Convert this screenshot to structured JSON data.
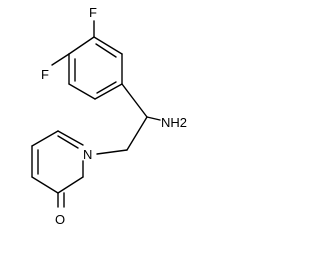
{
  "molecule": {
    "atoms": {
      "fluorine_top": "F",
      "fluorine_left": "F",
      "amine": "NH2",
      "ring_nitrogen": "N",
      "carbonyl_oxygen": "O"
    }
  },
  "colors": {
    "bond": "#000000",
    "label": "#000000",
    "background": "#ffffff"
  }
}
